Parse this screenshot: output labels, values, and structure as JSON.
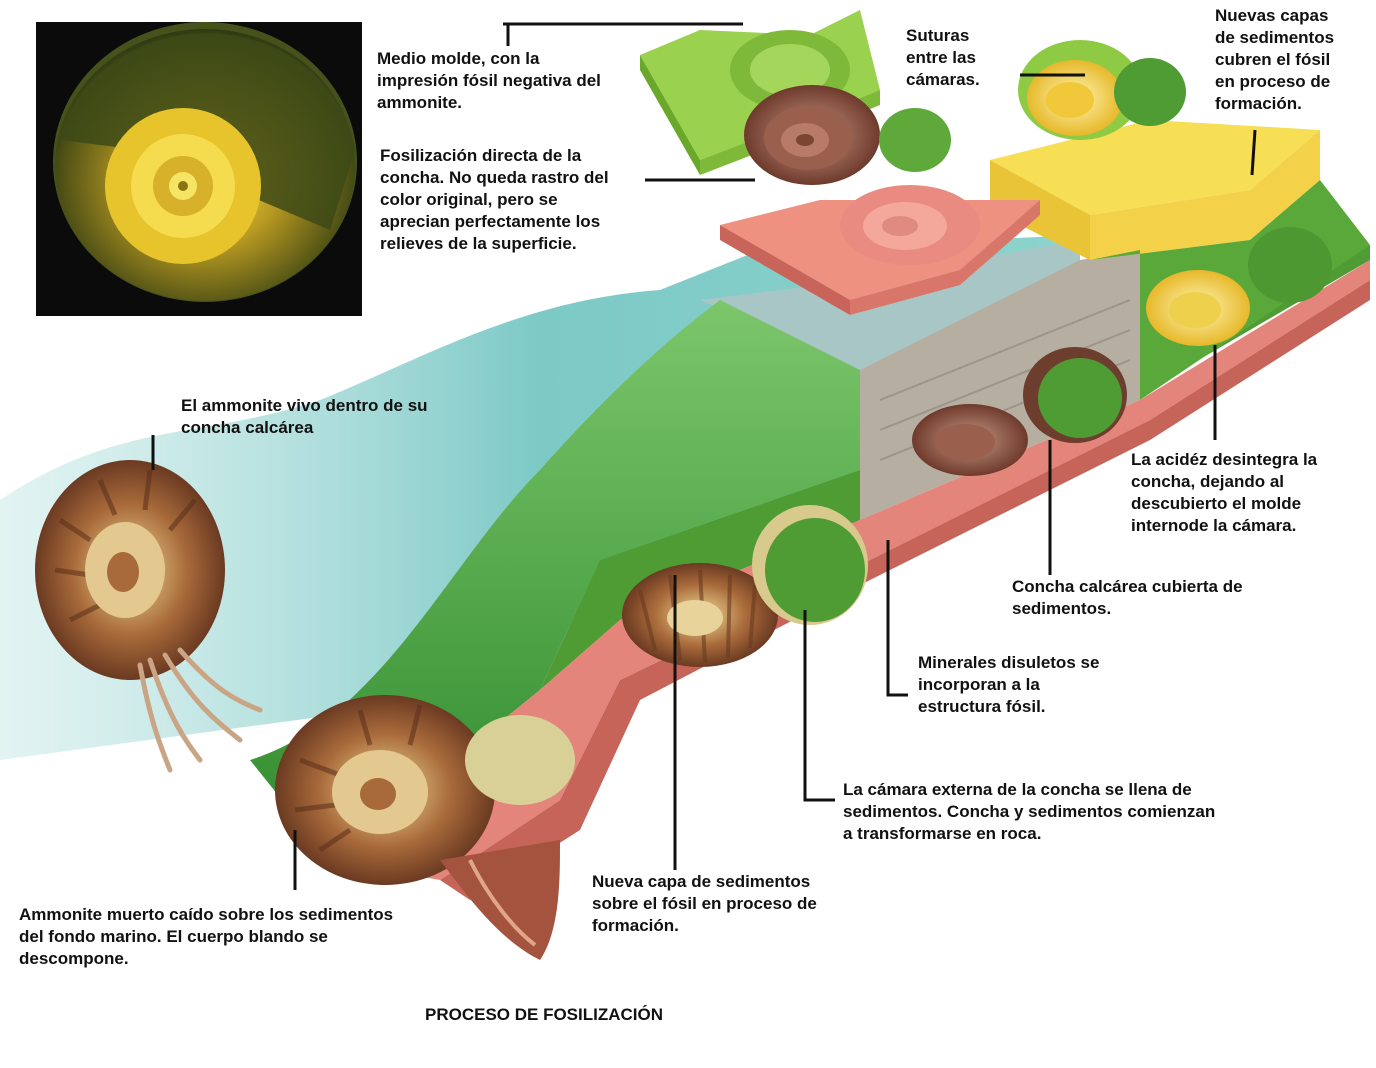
{
  "title": "PROCESO DE FOSILIZACIÓN",
  "labels": {
    "medio_molde": "Medio molde, con la\nimpresión fósil negativa del\nammonite.",
    "fosilizacion_directa": "Fosilización directa de la\nconcha. No queda rastro del\ncolor original, pero se\naprecian perfectamente los\nrelieves de la superficie.",
    "suturas": "Suturas\nentre las\ncámaras.",
    "nuevas_capas": "Nuevas capas\nde sedimentos\ncubren el fósil\nen proceso de\nformación.",
    "ammonite_vivo": "El ammonite vivo dentro de su\nconcha calcárea",
    "acidez": "La acidéz desintegra la\nconcha, dejando al\ndescubierto el molde\ninternode la cámara.",
    "concha_cubierta": "Concha calcárea cubierta de\nsedimentos.",
    "minerales": "Minerales disuletos se\nincorporan a la\nestructura fósil.",
    "camara_externa": "La cámara externa de la concha se llena de\nsedimentos. Concha y sedimentos comienzan\na transformarse en roca.",
    "nueva_capa": "Nueva capa de sedimentos\nsobre el fósil en proceso de\nformación.",
    "ammonite_muerto": "Ammonite muerto caído sobre los sedimentos\ndel fondo marino. El cuerpo blando se\ndescompone."
  },
  "colors": {
    "water": "#7fc9c9",
    "green_sediment": "#5aa83a",
    "rock_pink": "#e07f72",
    "yellow_layer": "#f3d24a",
    "grey_layer": "#b9b2a6",
    "shell_brown": "#8a4b3a",
    "photo_bg": "#0b0b0b"
  }
}
